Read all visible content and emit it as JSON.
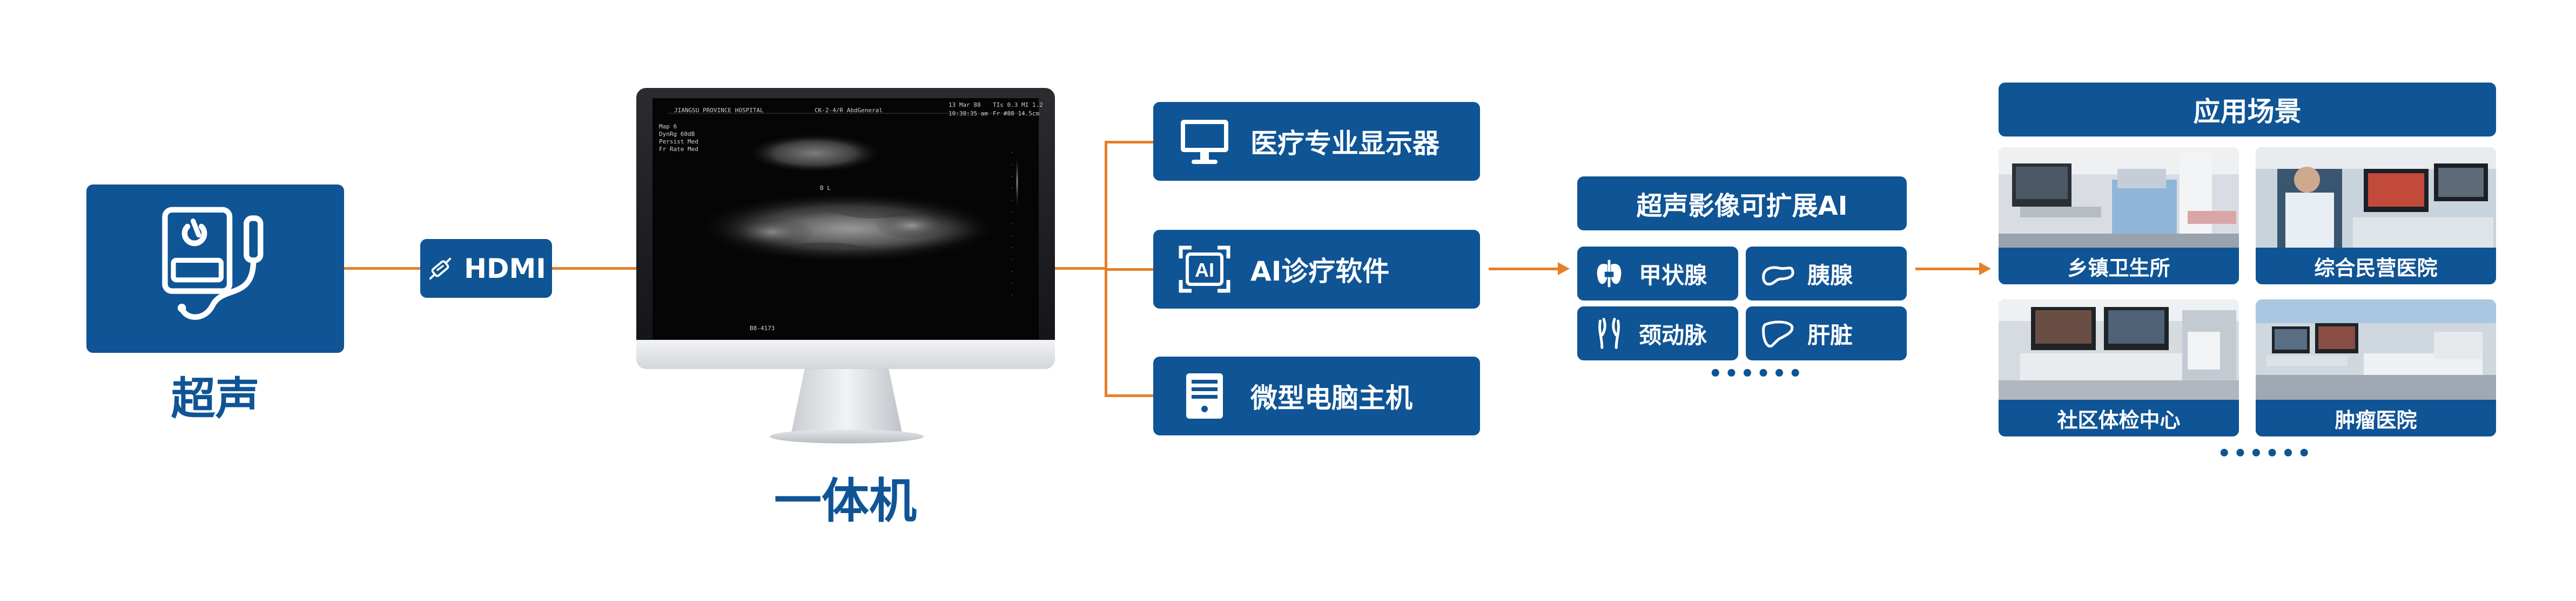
{
  "colors": {
    "primary": "#0f5495",
    "connector": "#e58028",
    "text_on_primary": "#ffffff"
  },
  "source": {
    "label": "超声",
    "icon": "ultrasound-device-icon"
  },
  "interface": {
    "label": "HDMI",
    "icon": "hdmi-cable-icon"
  },
  "all_in_one": {
    "label": "一体机",
    "screen": {
      "hospital": "JIANGSU PROVINCE HOSPITAL",
      "probe": "CK-2-4/R AbdGeneral",
      "date": "13 Mar 88",
      "time": "10:38:35 am",
      "ti": "TIs 0.3 MI 1.2",
      "fr": "Fr #88 14.5cm",
      "params": [
        "Map 6",
        "DynRg 60dB",
        "Persist Med",
        "Fr Rate Med"
      ],
      "marker": "B L",
      "footer": "B8-4173"
    }
  },
  "features": [
    {
      "label": "医疗专业显示器",
      "icon": "medical-monitor-icon"
    },
    {
      "label": "AI诊疗软件",
      "icon": "ai-software-icon"
    },
    {
      "label": "微型电脑主机",
      "icon": "mini-pc-icon"
    }
  ],
  "ai_extension": {
    "title": "超声影像可扩展AI",
    "organs": [
      {
        "label": "甲状腺",
        "icon": "thyroid-icon"
      },
      {
        "label": "胰腺",
        "icon": "pancreas-icon"
      },
      {
        "label": "颈动脉",
        "icon": "carotid-icon"
      },
      {
        "label": "肝脏",
        "icon": "liver-icon"
      }
    ],
    "more": "••••••"
  },
  "scenarios": {
    "title": "应用场景",
    "items": [
      {
        "label": "乡镇卫生所"
      },
      {
        "label": "综合民营医院"
      },
      {
        "label": "社区体检中心"
      },
      {
        "label": "肿瘤医院"
      }
    ],
    "more": "••••••"
  }
}
